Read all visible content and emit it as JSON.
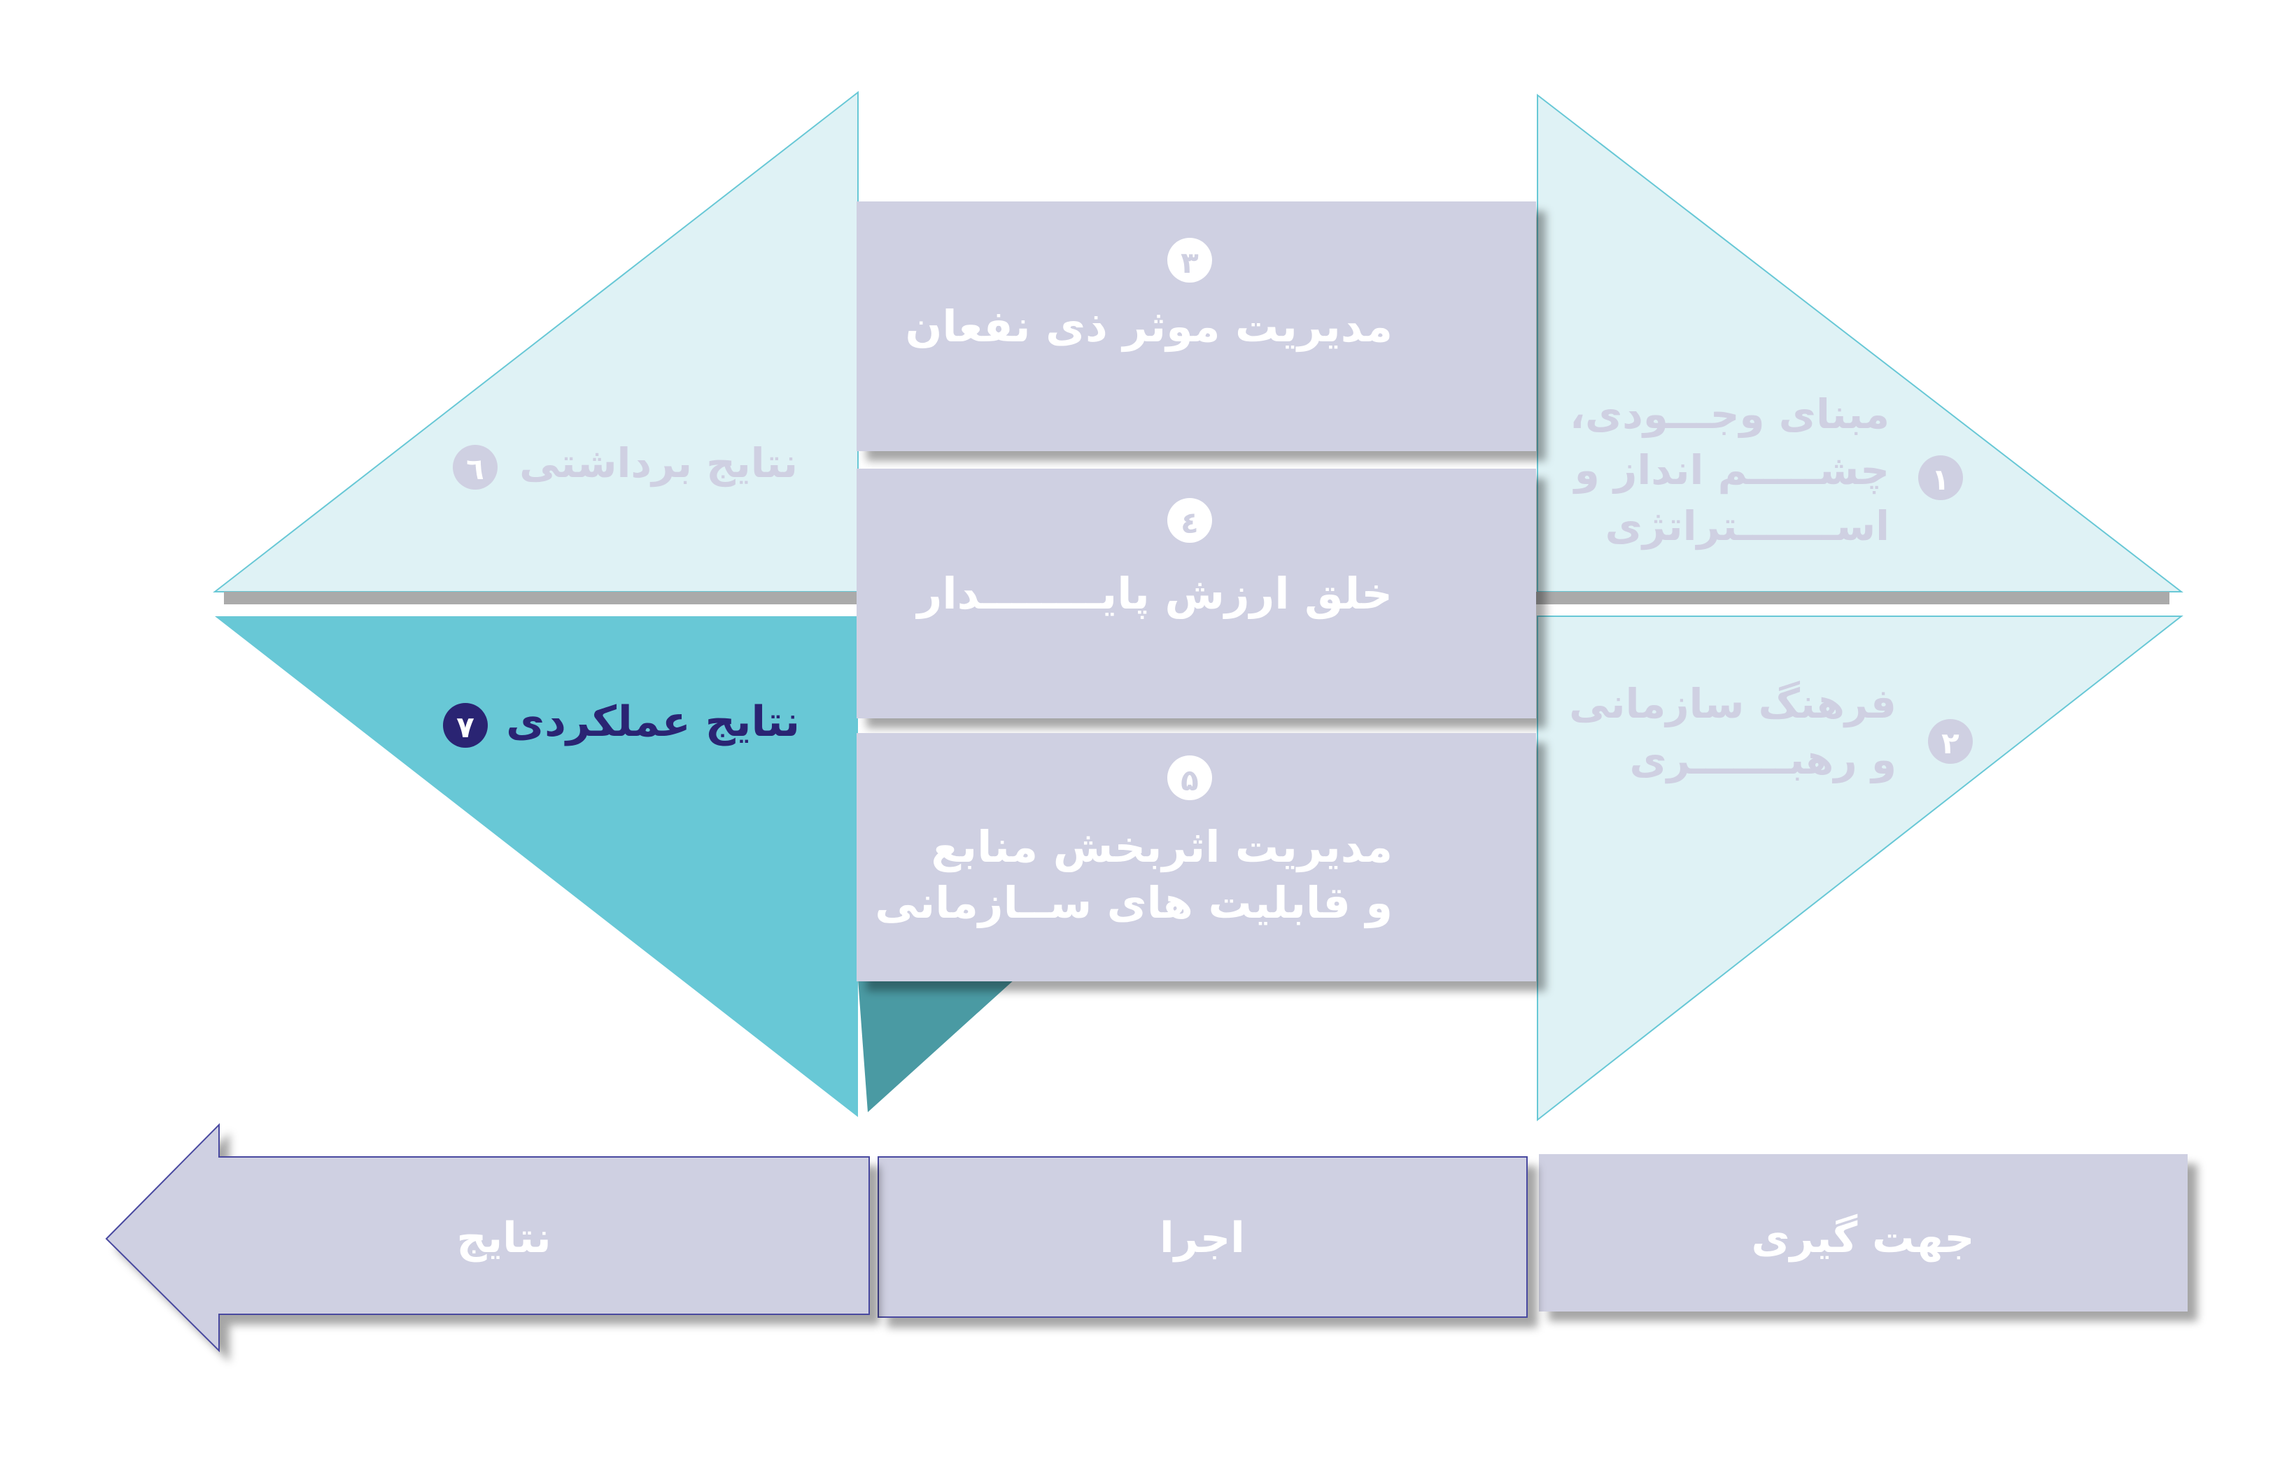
{
  "colors": {
    "light_triangle": "#dff2f5",
    "active_triangle": "#68c8d6",
    "box": "#cfd0e2",
    "active_text": "#2a2473",
    "faded_text": "#cfd0e2"
  },
  "quadrants": [
    {
      "number": "۱",
      "lines": [
        "مبنای وجـــودی،",
        "چشـــــم انداز و",
        "اســـــــتراتژی"
      ]
    },
    {
      "number": "۲",
      "lines": [
        "فرهنگ سازمانی",
        "و رهبـــــــری"
      ]
    },
    {
      "number": "٦",
      "lines": [
        "نتایج برداشتی"
      ]
    },
    {
      "number": "۷",
      "lines": [
        "نتایج عملکردی"
      ]
    }
  ],
  "center_boxes": [
    {
      "number": "۳",
      "lines": [
        "مدیریت موثر ذی نفعان"
      ]
    },
    {
      "number": "٤",
      "lines": [
        "خلق ارزش پایــــــــدار"
      ]
    },
    {
      "number": "۵",
      "lines": [
        "مدیریت اثربخش منابع",
        "و قابلیت های ســازمانی"
      ]
    }
  ],
  "phases": [
    "جهت گیری",
    "اجرا",
    "نتایج"
  ]
}
